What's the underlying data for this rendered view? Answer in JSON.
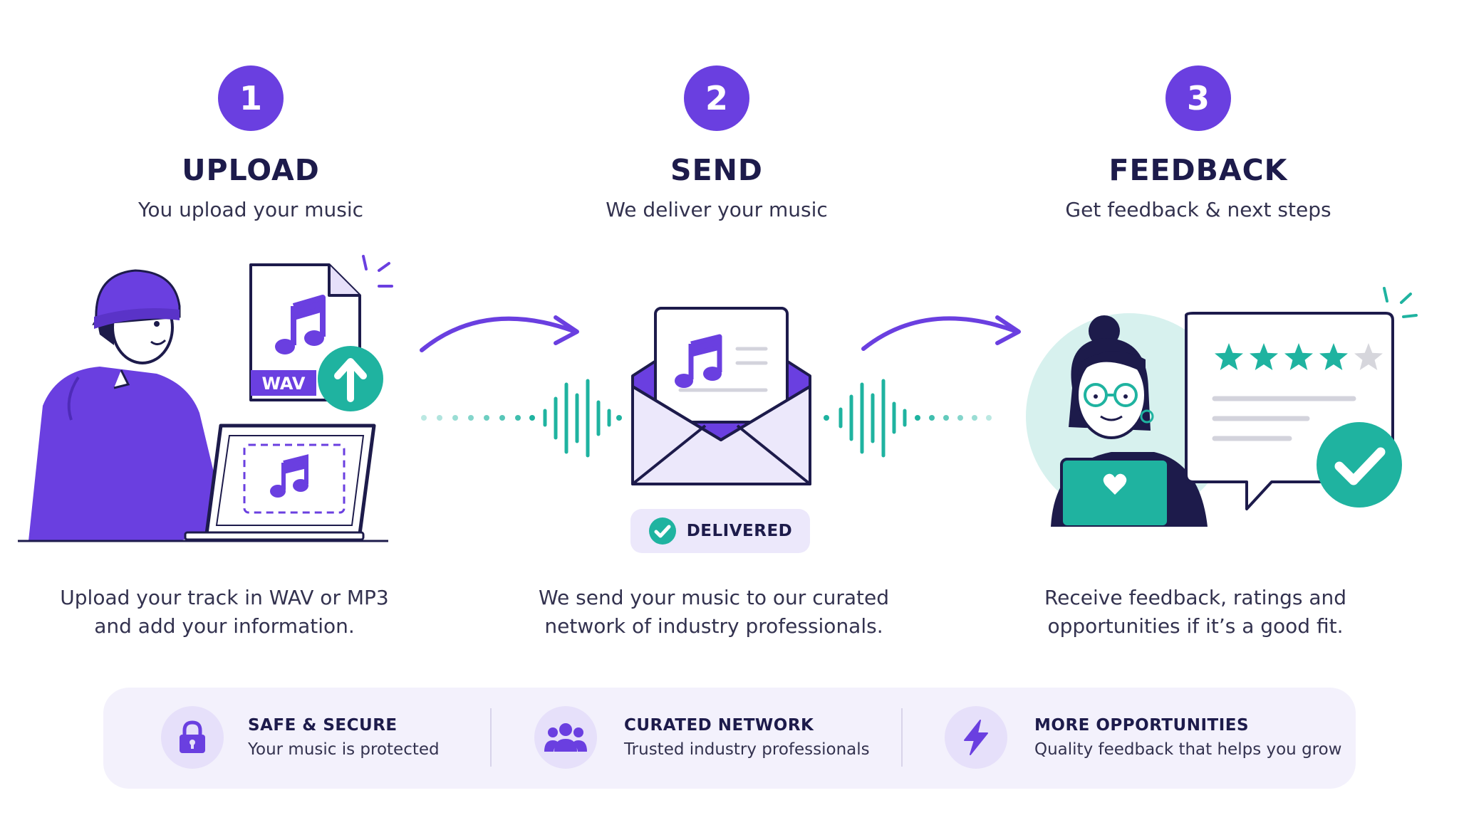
{
  "steps": [
    {
      "number": "1",
      "title": "UPLOAD",
      "subtitle": "You upload your music",
      "description_line1": "Upload your track in WAV or MP3",
      "description_line2": "and add your information."
    },
    {
      "number": "2",
      "title": "SEND",
      "subtitle": "We deliver your music",
      "description_line1": "We send your music to our curated",
      "description_line2": "network of industry professionals."
    },
    {
      "number": "3",
      "title": "FEEDBACK",
      "subtitle": "Get feedback & next steps",
      "description_line1": "Receive feedback, ratings and",
      "description_line2": "opportunities if it’s a good fit."
    }
  ],
  "upload_file_label": "WAV",
  "delivered_label": "DELIVERED",
  "rating": {
    "stars_filled": 4,
    "stars_total": 5
  },
  "features": [
    {
      "title": "SAFE & SECURE",
      "subtitle": "Your music is protected",
      "icon": "lock-icon"
    },
    {
      "title": "CURATED NETWORK",
      "subtitle": "Trusted industry professionals",
      "icon": "users-icon"
    },
    {
      "title": "MORE OPPORTUNITIES",
      "subtitle": "Quality feedback that helps you grow",
      "icon": "lightning-icon"
    }
  ],
  "colors": {
    "primary": "#6a3fe0",
    "teal": "#1fb3a0",
    "navy": "#1d1b4b",
    "light_purple": "#ece8fb",
    "light_teal": "#d7f1ee"
  }
}
